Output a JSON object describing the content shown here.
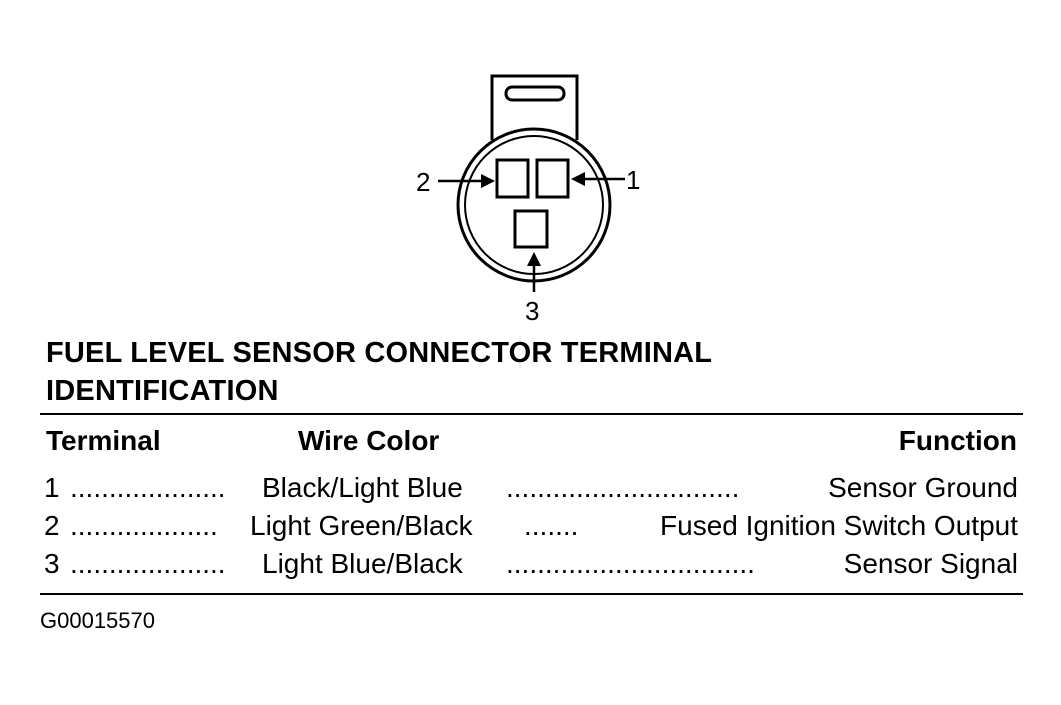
{
  "diagram": {
    "pin_labels": [
      "1",
      "2",
      "3"
    ]
  },
  "title_line1": "FUEL LEVEL SENSOR CONNECTOR TERMINAL",
  "title_line2": "IDENTIFICATION",
  "table": {
    "headers": {
      "terminal": "Terminal",
      "wire_color": "Wire Color",
      "function": "Function"
    },
    "rows": [
      {
        "terminal": "1",
        "wire_color": "Black/Light Blue",
        "function": "Sensor Ground"
      },
      {
        "terminal": "2",
        "wire_color": "Light Green/Black",
        "function": "Fused Ignition Switch Output"
      },
      {
        "terminal": "3",
        "wire_color": "Light Blue/Black",
        "function": "Sensor Signal"
      }
    ]
  },
  "figure_code": "G00015570"
}
